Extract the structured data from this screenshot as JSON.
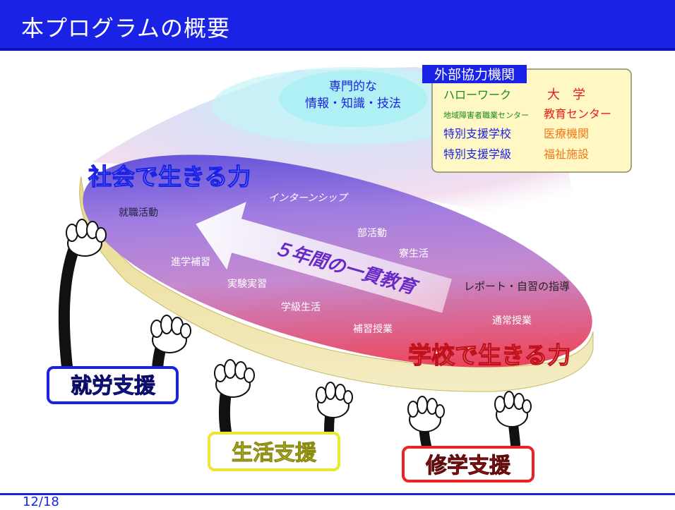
{
  "slide": {
    "title": "本プログラムの概要",
    "page_number": "12/18"
  },
  "top_ellipse": {
    "line1": "専門的な",
    "line2": "情報・知識・技法"
  },
  "partners": {
    "title": "外部協力機関",
    "left": [
      "ハローワーク",
      "地域障害者職業センター",
      "特別支援学校",
      "特別支援学級"
    ],
    "right": [
      "大　学",
      "教育センター",
      "医療機関",
      "福祉施設"
    ]
  },
  "disc": {
    "top_label": "社会で生きる力",
    "bottom_label": "学校で生きる力",
    "arrow_text": "５年間の一貫教育",
    "activities": [
      "インターンシップ",
      "就職活動",
      "部活動",
      "寮生活",
      "進学補習",
      "実験実習",
      "レポート・自習の指導",
      "学級生活",
      "補習授業",
      "通常授業"
    ]
  },
  "supports": {
    "employment": "就労支援",
    "life": "生活支援",
    "study": "修学支援"
  },
  "colors": {
    "title_bar": "#1a22e6",
    "employment_border": "#1a22e6",
    "life_border": "#e8e830",
    "study_border": "#ee2222"
  }
}
